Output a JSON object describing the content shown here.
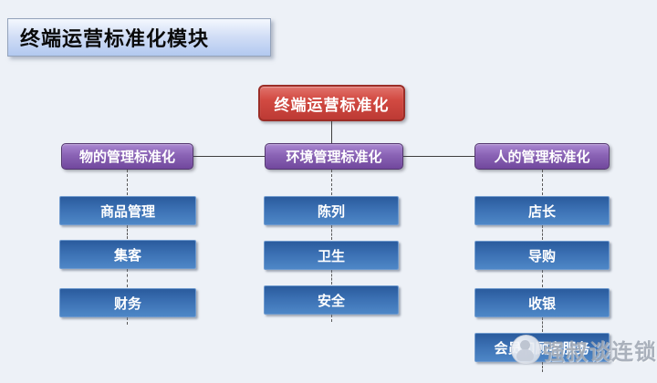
{
  "page_title": "终端运营标准化模块",
  "diagram": {
    "root": {
      "label": "终端运营标准化"
    },
    "branches": [
      {
        "label": "物的管理标准化",
        "children": [
          "商品管理",
          "集客",
          "财务"
        ]
      },
      {
        "label": "环境管理标准化",
        "children": [
          "陈列",
          "卫生",
          "安全"
        ]
      },
      {
        "label": "人的管理标准化",
        "children": [
          "店长",
          "导购",
          "收银",
          "会员和顾客服务"
        ]
      }
    ]
  },
  "watermark": {
    "text": "强叔谈连锁",
    "logo": "person-logo-icon"
  },
  "colors": {
    "background": "#edf1f7",
    "title_box": "#b2c9f0",
    "root_node": "#c23b35",
    "branch_node": "#8a63b5",
    "leaf_node": "#3b70b3",
    "connector": "#3e3e3e",
    "watermark_text": "#9ca4b0"
  }
}
